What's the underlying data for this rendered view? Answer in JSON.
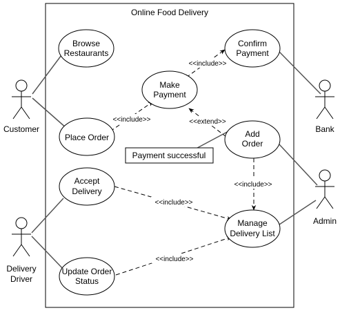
{
  "diagram": {
    "system_title": "Online Food Delivery",
    "actors": {
      "customer": "Customer",
      "bank": "Bank",
      "admin": "Admin",
      "delivery_driver": [
        "Delivery",
        "Driver"
      ]
    },
    "use_cases": {
      "browse_restaurants": [
        "Browse",
        "Restaurants"
      ],
      "place_order": [
        "Place Order"
      ],
      "make_payment": [
        "Make",
        "Payment"
      ],
      "confirm_payment": [
        "Confirm",
        "Payment"
      ],
      "add_order": [
        "Add",
        "Order"
      ],
      "accept_delivery": [
        "Accept",
        "Delivery"
      ],
      "manage_delivery_list": [
        "Manage",
        "Delivery List"
      ],
      "update_order_status": [
        "Update Order",
        "Status"
      ]
    },
    "relationship_labels": {
      "place_to_payment": "<<include>>",
      "payment_to_confirm": "<<include>>",
      "add_to_payment": "<<extend>>",
      "add_to_manage": "<<include>>",
      "accept_to_manage": "<<include>>",
      "update_to_manage": "<<include>>"
    },
    "note": "Payment successful"
  }
}
